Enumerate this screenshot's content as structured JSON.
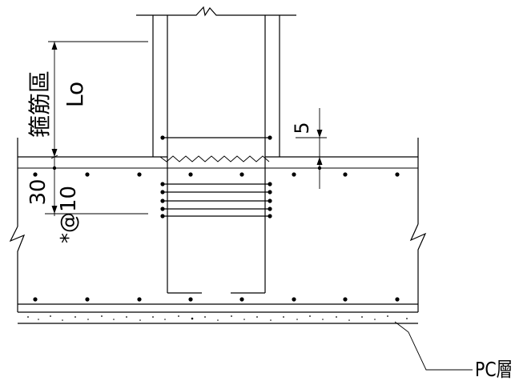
{
  "labels": {
    "zone_label": "箍筋區",
    "length_label": "Lo",
    "gap_label": "5",
    "spacing_label": "30",
    "stirrup_label": "*@10",
    "layer_label": "PC層"
  },
  "colors": {
    "line": "#000000",
    "background": "#ffffff"
  }
}
